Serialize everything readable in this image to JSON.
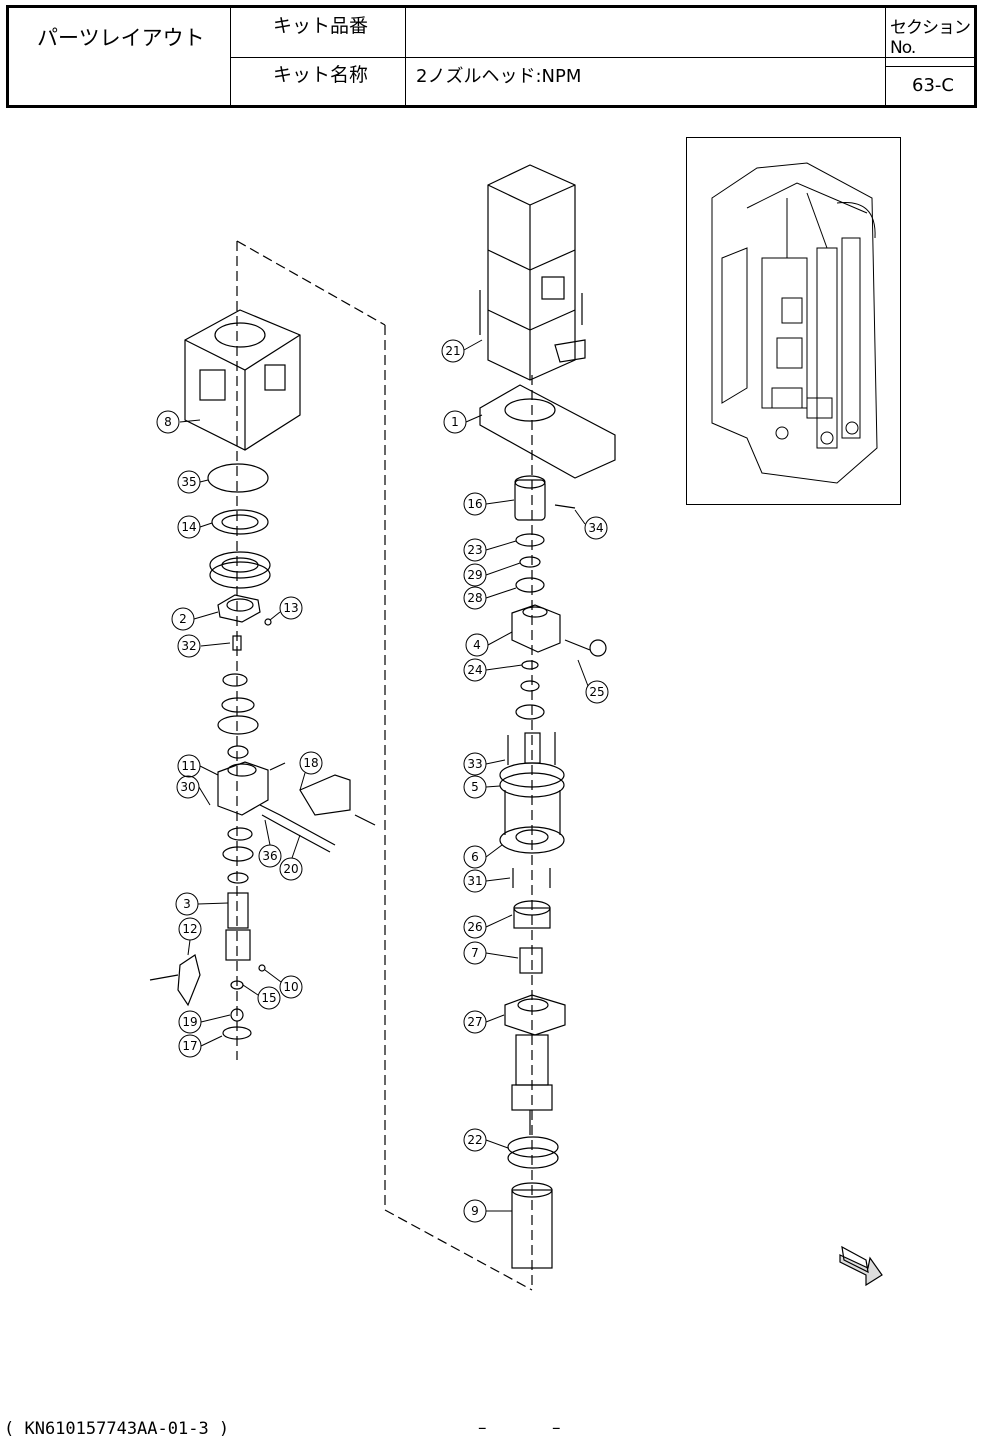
{
  "header": {
    "title": "パーツレイアウト",
    "kit_number_label": "キット品番",
    "kit_number_value": "",
    "kit_name_label": "キット名称",
    "kit_name_value": "2ノズルヘッド:NPM",
    "section_label": "セクションNo.",
    "section_value": "63-C"
  },
  "callouts_left": [
    "8",
    "35",
    "14",
    "2",
    "13",
    "32",
    "11",
    "18",
    "30",
    "36",
    "20",
    "3",
    "12",
    "10",
    "15",
    "19",
    "17"
  ],
  "callouts_right": [
    "21",
    "1",
    "16",
    "34",
    "23",
    "29",
    "28",
    "4",
    "24",
    "25",
    "33",
    "5",
    "6",
    "31",
    "26",
    "7",
    "27",
    "22",
    "9"
  ],
  "footer": {
    "document_code": "( KN610157743AA-01-3 )",
    "dash_left": "–",
    "dash_right": "–"
  }
}
